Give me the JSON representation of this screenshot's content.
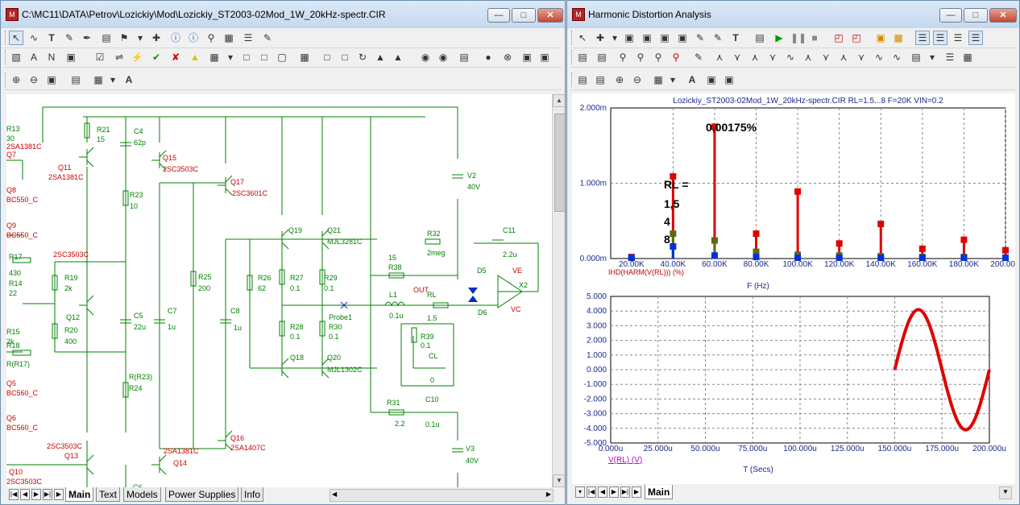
{
  "window1": {
    "title": "C:\\MC11\\DATA\\Petrov\\Lozickiy\\Mod\\Lozickiy_ST2003-02Mod_1W_20kHz-spectr.CIR",
    "tabs": [
      "Main",
      "Text",
      "Models",
      "Power Supplies",
      "Info"
    ],
    "active_tab": "Main"
  },
  "window2": {
    "title": "Harmonic Distortion Analysis",
    "tabs": [
      "Main"
    ],
    "active_tab": "Main"
  },
  "schematic": {
    "left_edge_labels": [
      {
        "t": "R13",
        "c": "g"
      },
      {
        "t": "30",
        "c": "g"
      },
      {
        "t": "2SA1381C",
        "c": "r"
      },
      {
        "t": "Q7",
        "c": "r"
      },
      {
        "t": "Q8",
        "c": "r"
      },
      {
        "t": "BC550_C",
        "c": "r"
      },
      {
        "t": "Q9",
        "c": "r"
      },
      {
        "t": "BC550_C",
        "c": "r"
      },
      {
        "t": "R17",
        "c": "g"
      },
      {
        "t": "430",
        "c": "g"
      },
      {
        "t": "R14",
        "c": "g"
      },
      {
        "t": "22",
        "c": "g"
      },
      {
        "t": "R15",
        "c": "g"
      },
      {
        "t": "2k",
        "c": "g"
      },
      {
        "t": "R18",
        "c": "g"
      },
      {
        "t": "R(R17)",
        "c": "g"
      },
      {
        "t": "Q5",
        "c": "r"
      },
      {
        "t": "BC560_C",
        "c": "r"
      },
      {
        "t": "Q6",
        "c": "r"
      },
      {
        "t": "BC560_C",
        "c": "r"
      },
      {
        "t": "Q10",
        "c": "r"
      },
      {
        "t": "2SC3503C",
        "c": "r"
      }
    ],
    "components": [
      {
        "t": "R21",
        "c": "g"
      },
      {
        "t": "15",
        "c": "g"
      },
      {
        "t": "C4",
        "c": "g"
      },
      {
        "t": "62p",
        "c": "g"
      },
      {
        "t": "Q11",
        "c": "r"
      },
      {
        "t": "2SA1381C",
        "c": "r"
      },
      {
        "t": "Q15",
        "c": "r"
      },
      {
        "t": "2SC3503C",
        "c": "r"
      },
      {
        "t": "Q17",
        "c": "r"
      },
      {
        "t": "2SC3601C",
        "c": "r"
      },
      {
        "t": "R23",
        "c": "g"
      },
      {
        "t": "10",
        "c": "g"
      },
      {
        "t": "V2",
        "c": "g"
      },
      {
        "t": "40V",
        "c": "g"
      },
      {
        "t": "Q19",
        "c": "g"
      },
      {
        "t": "Q21",
        "c": "g"
      },
      {
        "t": "MJL3281C",
        "c": "g"
      },
      {
        "t": "R32",
        "c": "g"
      },
      {
        "t": "2meg",
        "c": "g"
      },
      {
        "t": "C11",
        "c": "g"
      },
      {
        "t": "2.2u",
        "c": "g"
      },
      {
        "t": "2SC3503C",
        "c": "r"
      },
      {
        "t": "15",
        "c": "g"
      },
      {
        "t": "R38",
        "c": "g"
      },
      {
        "t": "D5",
        "c": "g"
      },
      {
        "t": "VE",
        "c": "r"
      },
      {
        "t": "X2",
        "c": "g"
      },
      {
        "t": "R19",
        "c": "g"
      },
      {
        "t": "2k",
        "c": "g"
      },
      {
        "t": "R25",
        "c": "g"
      },
      {
        "t": "200",
        "c": "g"
      },
      {
        "t": "R26",
        "c": "g"
      },
      {
        "t": "62",
        "c": "g"
      },
      {
        "t": "R27",
        "c": "g"
      },
      {
        "t": "0.1",
        "c": "g"
      },
      {
        "t": "R29",
        "c": "g"
      },
      {
        "t": "0.1",
        "c": "g"
      },
      {
        "t": "OUT",
        "c": "r"
      },
      {
        "t": "L1",
        "c": "g"
      },
      {
        "t": "RL",
        "c": "g"
      },
      {
        "t": "0.1u",
        "c": "g"
      },
      {
        "t": "1.5",
        "c": "g"
      },
      {
        "t": "Q12",
        "c": "g"
      },
      {
        "t": "C5",
        "c": "g"
      },
      {
        "t": "C7",
        "c": "g"
      },
      {
        "t": "C8",
        "c": "g"
      },
      {
        "t": "Probe1",
        "c": "g"
      },
      {
        "t": "D6",
        "c": "g"
      },
      {
        "t": "VC",
        "c": "r"
      },
      {
        "t": "R20",
        "c": "g"
      },
      {
        "t": "400",
        "c": "g"
      },
      {
        "t": "22u",
        "c": "g"
      },
      {
        "t": "1u",
        "c": "g"
      },
      {
        "t": "1u",
        "c": "g"
      },
      {
        "t": "R28",
        "c": "g"
      },
      {
        "t": "0.1",
        "c": "g"
      },
      {
        "t": "R30",
        "c": "g"
      },
      {
        "t": "0.1",
        "c": "g"
      },
      {
        "t": "R39",
        "c": "g"
      },
      {
        "t": "0.1",
        "c": "g"
      },
      {
        "t": "CL",
        "c": "g"
      },
      {
        "t": "Q18",
        "c": "g"
      },
      {
        "t": "Q20",
        "c": "g"
      },
      {
        "t": "MJL1302C",
        "c": "g"
      },
      {
        "t": "0",
        "c": "g"
      },
      {
        "t": "R(R23)",
        "c": "g"
      },
      {
        "t": "R24",
        "c": "g"
      },
      {
        "t": "R31",
        "c": "g"
      },
      {
        "t": "C10",
        "c": "g"
      },
      {
        "t": "2.2",
        "c": "g"
      },
      {
        "t": "0.1u",
        "c": "g"
      },
      {
        "t": "2SC3503C",
        "c": "r"
      },
      {
        "t": "Q13",
        "c": "r"
      },
      {
        "t": "2SA1381C",
        "c": "r"
      },
      {
        "t": "Q14",
        "c": "r"
      },
      {
        "t": "Q16",
        "c": "r"
      },
      {
        "t": "2SA1407C",
        "c": "r"
      },
      {
        "t": "V3",
        "c": "g"
      },
      {
        "t": "40V",
        "c": "g"
      },
      {
        "t": "C6",
        "c": "g"
      }
    ]
  },
  "colors": {
    "wire": "#008000",
    "comp_label": "#008000",
    "model_label": "#cc0000",
    "plot_red": "#e00000",
    "plot_blue": "#0030e0",
    "plot_olive": "#5a6a10",
    "axis_blue": "#1a2a8c",
    "legend_red": "#c00000",
    "legend_magenta": "#c000c0"
  },
  "chart_data": [
    {
      "type": "bar",
      "title": "Lozickiy_ST2003-02Mod_1W_20kHz-spectr.CIR RL=1.5...8 F=20K VIN=0.2",
      "xlabel": "F (Hz)",
      "ylabel": "IHD(HARM(V(RL))) (%)",
      "x_ticks": [
        "20.00K",
        "40.00K",
        "60.00K",
        "80.00K",
        "100.00K",
        "120.00K",
        "140.00K",
        "160.00K",
        "180.00K",
        "200.00K"
      ],
      "y_ticks": [
        "0.000m",
        "1.000m",
        "2.000m"
      ],
      "xlim": [
        10000,
        200000
      ],
      "ylim": [
        0,
        0.002
      ],
      "x": [
        20000,
        40000,
        60000,
        80000,
        100000,
        120000,
        140000,
        160000,
        180000,
        200000
      ],
      "series": [
        {
          "name": "RL = 1,5",
          "color": "#e00000",
          "values": [
            2e-05,
            0.00109,
            0.00175,
            0.00033,
            0.00089,
            0.0002,
            0.00046,
            0.00013,
            0.00025,
            0.00011
          ]
        },
        {
          "name": "4",
          "color": "#5a6a10",
          "values": [
            1e-05,
            0.00033,
            0.00024,
            9e-05,
            5e-05,
            4e-05,
            3e-05,
            2e-05,
            2e-05,
            1e-05
          ]
        },
        {
          "name": "8",
          "color": "#0030e0",
          "values": [
            1e-05,
            0.00016,
            4e-05,
            2e-05,
            1e-05,
            1e-05,
            1e-05,
            1e-05,
            1e-05,
            1e-05
          ]
        }
      ],
      "annotations": [
        "0,00175%",
        "RL =",
        "1,5",
        "4",
        "8"
      ],
      "grid": true
    },
    {
      "type": "line",
      "xlabel": "T (Secs)",
      "ylabel": "V(RL) (V)",
      "x_ticks": [
        "0.000u",
        "25.000u",
        "50.000u",
        "75.000u",
        "100.000u",
        "125.000u",
        "150.000u",
        "175.000u",
        "200.000u"
      ],
      "y_ticks": [
        "5.000",
        "4.000",
        "3.000",
        "2.000",
        "1.000",
        "0.000",
        "-1.000",
        "-2.000",
        "-3.000",
        "-4.000",
        "-5.000"
      ],
      "xlim": [
        0,
        200
      ],
      "ylim": [
        -5,
        5
      ],
      "x_units": "us",
      "series": [
        {
          "name": "V(RL) (V)",
          "color": "#e00000",
          "amplitude": 4.1,
          "frequency_hz": 20000,
          "t_start_us": 150,
          "t_end_us": 200
        }
      ],
      "grid": true
    }
  ]
}
